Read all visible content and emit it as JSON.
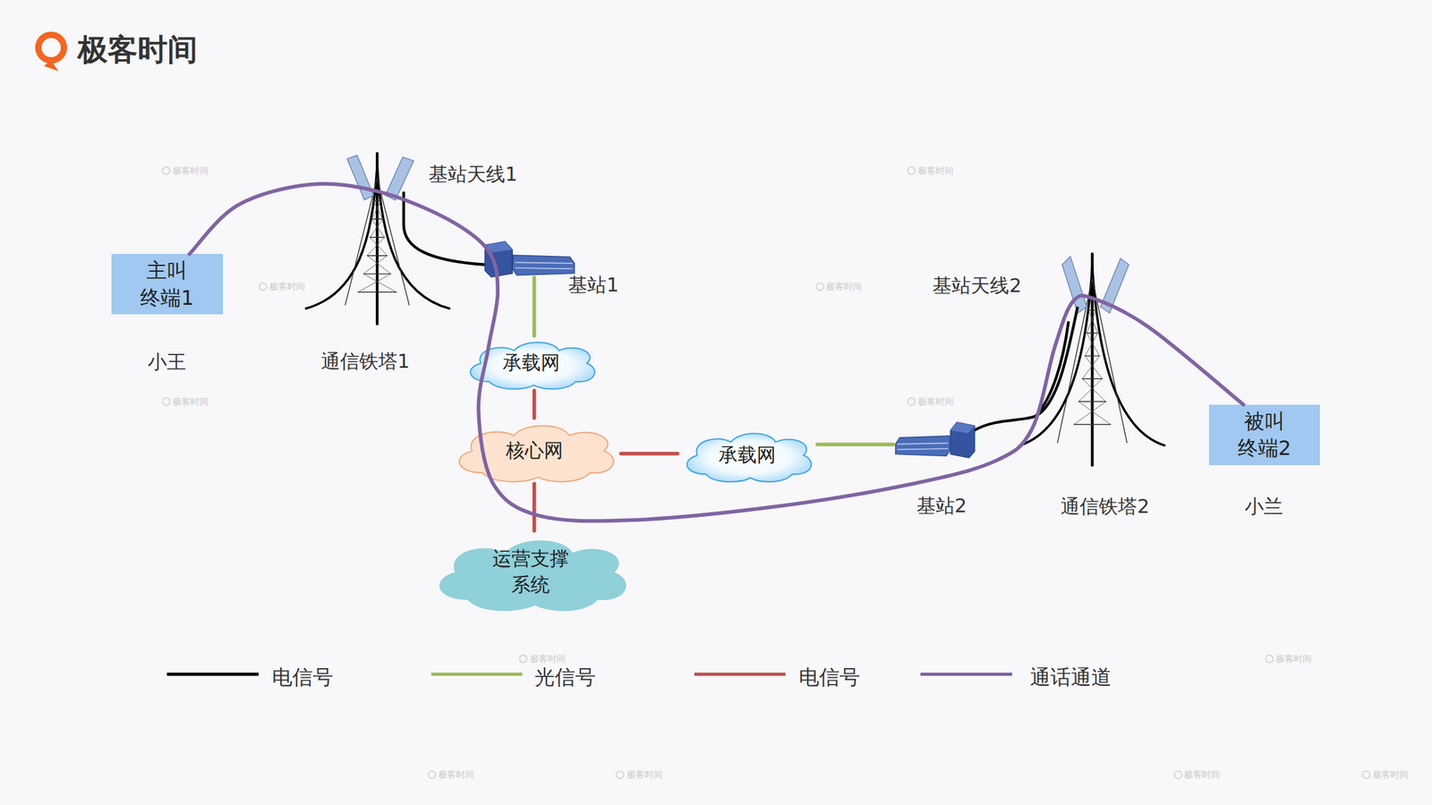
{
  "diagram": {
    "nodes": [
      {
        "text": [
          "主叫 终端1"
        ]
      },
      {
        "text": [
          "基站1"
        ]
      },
      {
        "text": [
          "承载网"
        ]
      },
      {
        "text": [
          "核心网"
        ]
      },
      {
        "text": [
          "承载网"
        ]
      },
      {
        "text": [
          "基站2"
        ]
      },
      {
        "text": [
          "被叫 终端2"
        ]
      },
      {
        "text": [
          "运营支撑 系统"
        ]
      }
    ],
    "edges": [
      {
        "from": 1,
        "to": 2,
        "arrow": "none"
      },
      {
        "from": 2,
        "to": 3,
        "arrow": "none"
      },
      {
        "from": 3,
        "to": 4,
        "arrow": "none"
      },
      {
        "from": 4,
        "to": 5,
        "arrow": "none"
      },
      {
        "from": 3,
        "to": 7,
        "arrow": "none"
      },
      {
        "from": 0,
        "to": 6,
        "arrow": "none"
      }
    ],
    "labels": [
      "极客时间",
      "基站天线1",
      "小王",
      "通信铁塔1",
      "基站天线2",
      "通信铁塔2",
      "小兰",
      "极客时间",
      "极客时间",
      "极客时间",
      "极客时间",
      "极客时间",
      "极客时间",
      "极客时间",
      "极客时间",
      "极客时间",
      "极客时间",
      "极客时间",
      "极客时间"
    ],
    "legend": [
      {
        "text": "电信号",
        "color": "#000000"
      },
      {
        "text": "光信号",
        "color": "#9bbb59"
      },
      {
        "text": "电信号",
        "color": "#c0504d"
      },
      {
        "text": "通话通道",
        "color": "#8064a2"
      }
    ]
  }
}
